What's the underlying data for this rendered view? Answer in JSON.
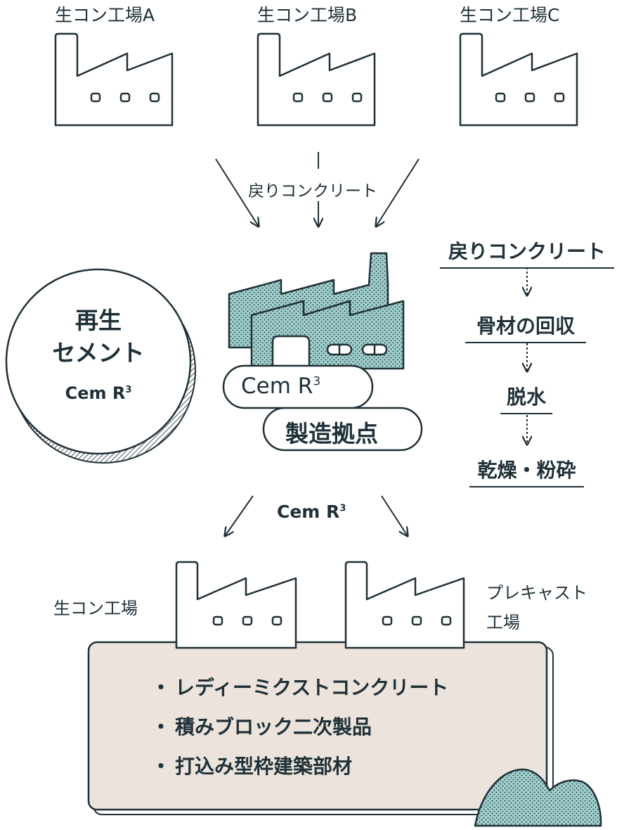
{
  "top_factories": [
    {
      "label": "生コン工場A"
    },
    {
      "label": "生コン工場B"
    },
    {
      "label": "生コン工場C"
    }
  ],
  "flow_label_returned": "戻りコンクリート",
  "recycled_circle": {
    "line1": "再生",
    "line2": "セメント",
    "product": "Cem R",
    "superscript": "3"
  },
  "plant": {
    "product": "Cem R",
    "superscript": "3",
    "label": "製造拠点"
  },
  "process_steps": [
    "戻りコンクリート",
    "骨材の回収",
    "脱水",
    "乾燥・粉砕"
  ],
  "output_label": "Cem R",
  "output_superscript": "3",
  "destinations": {
    "ready_mix": "生コン工場",
    "precast_line1": "プレキャスト",
    "precast_line2": "工場"
  },
  "products": [
    "レディーミクストコンクリート",
    "積みブロック二次製品",
    "打込み型枠建築部材"
  ],
  "colors": {
    "ink": "#1f3038",
    "teal": "#9fcfcc",
    "beige": "#ebe3dc",
    "white": "#ffffff"
  }
}
